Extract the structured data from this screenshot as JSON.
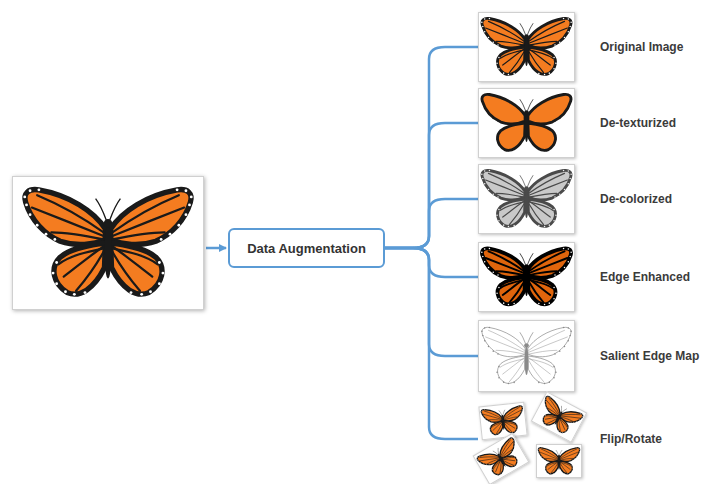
{
  "diagram": {
    "nodes": [
      {
        "text": [
          "Data Augmentation"
        ]
      },
      {
        "text": [
          "Original Image"
        ]
      },
      {
        "text": [
          "De-texturized"
        ]
      },
      {
        "text": [
          "De-colorized"
        ]
      },
      {
        "text": [
          "Edge Enhanced"
        ]
      },
      {
        "text": [
          "Salient Edge Map"
        ]
      },
      {
        "text": [
          "Flip/Rotate"
        ]
      }
    ],
    "edges": [
      {
        "from": 0,
        "to": 1,
        "arrow": "none"
      },
      {
        "from": 0,
        "to": 2,
        "arrow": "none"
      },
      {
        "from": 0,
        "to": 3,
        "arrow": "none"
      },
      {
        "from": 0,
        "to": 4,
        "arrow": "none"
      },
      {
        "from": 0,
        "to": 5,
        "arrow": "none"
      },
      {
        "from": 0,
        "to": 6,
        "arrow": "none"
      }
    ]
  }
}
